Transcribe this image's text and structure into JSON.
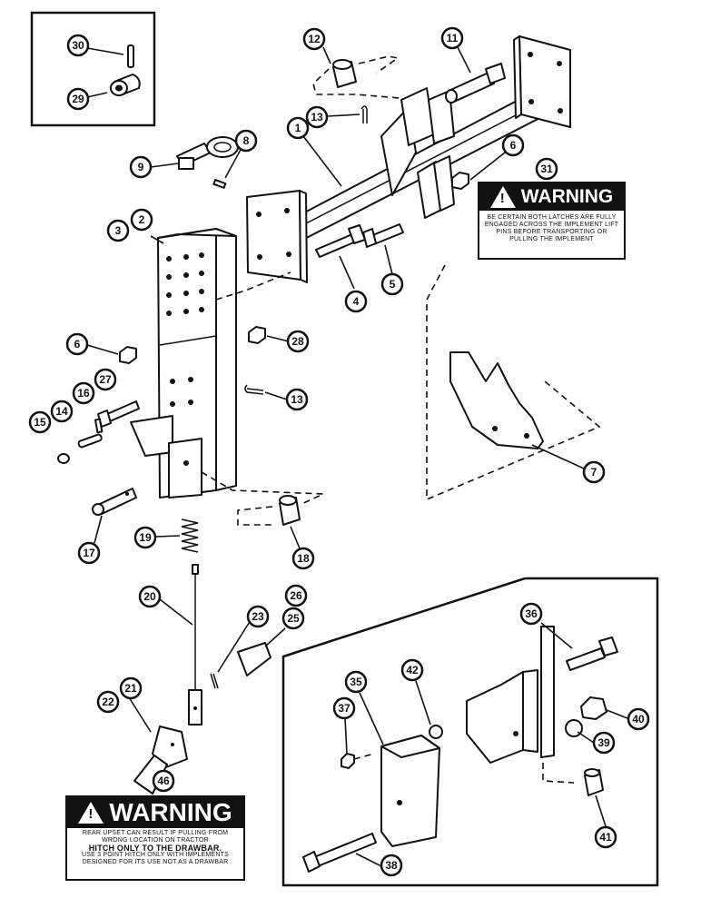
{
  "callouts": [
    "30",
    "29",
    "12",
    "11",
    "13",
    "1",
    "9",
    "8",
    "6",
    "31",
    "3",
    "2",
    "28",
    "4",
    "5",
    "6",
    "27",
    "16",
    "13",
    "14",
    "15",
    "7",
    "17",
    "19",
    "18",
    "20",
    "26",
    "25",
    "23",
    "21",
    "22",
    "46",
    "36",
    "35",
    "42",
    "37",
    "40",
    "39",
    "41",
    "38"
  ],
  "warning_1": {
    "heading": "WARNING",
    "text": "BE CERTAIN BOTH LATCHES ARE FULLY ENGAGED ACROSS THE IMPLEMENT LIFT PINS BEFORE TRANSPORTING OR PULLING THE IMPLEMENT"
  },
  "warning_2": {
    "heading": "WARNING",
    "text_1": "REAR UPSET CAN RESULT IF PULLING FROM WRONG LOCATION ON TRACTOR",
    "text_bold": "HITCH ONLY TO THE DRAWBAR.",
    "text_2": "USE 3 POINT HITCH ONLY WITH IMPLEMENTS DESIGNED FOR ITS USE NOT AS A DRAWBAR"
  }
}
